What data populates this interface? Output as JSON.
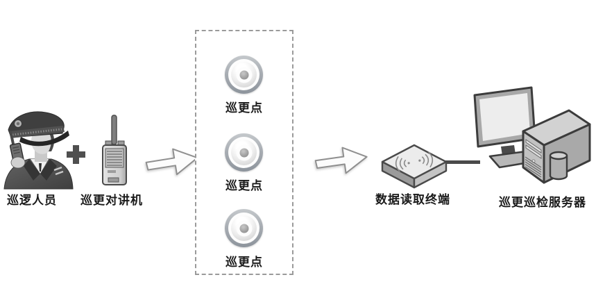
{
  "diagram": {
    "patrol_person": {
      "label": "巡逻人员",
      "icon": "security-guard-icon"
    },
    "plus": {
      "symbol": "+",
      "icon": "plus-icon"
    },
    "walkie_talkie": {
      "label": "巡更对讲机",
      "icon": "walkie-talkie-icon"
    },
    "flow_arrows": {
      "icon": "block-arrow-right-icon",
      "count": 2
    },
    "patrol_points": {
      "items": [
        {
          "label": "巡更点"
        },
        {
          "label": "巡更点"
        },
        {
          "label": "巡更点"
        }
      ],
      "icon": "round-button-icon",
      "container": "dashed-rectangle"
    },
    "reader_terminal": {
      "label": "数据读取终端",
      "icon": "wireless-reader-icon"
    },
    "server": {
      "label": "巡更巡检服务器",
      "icon": "computer-server-icon"
    },
    "colors": {
      "background": "#ffffff",
      "text": "#1a1a1a",
      "dashed_border": "#9a9a9a",
      "connector_line": "#4a4a4a",
      "dark_gray": "#4f4f4f",
      "arrow_fill": "#fcfcfc",
      "arrow_stroke": "#8f8f8f"
    }
  }
}
